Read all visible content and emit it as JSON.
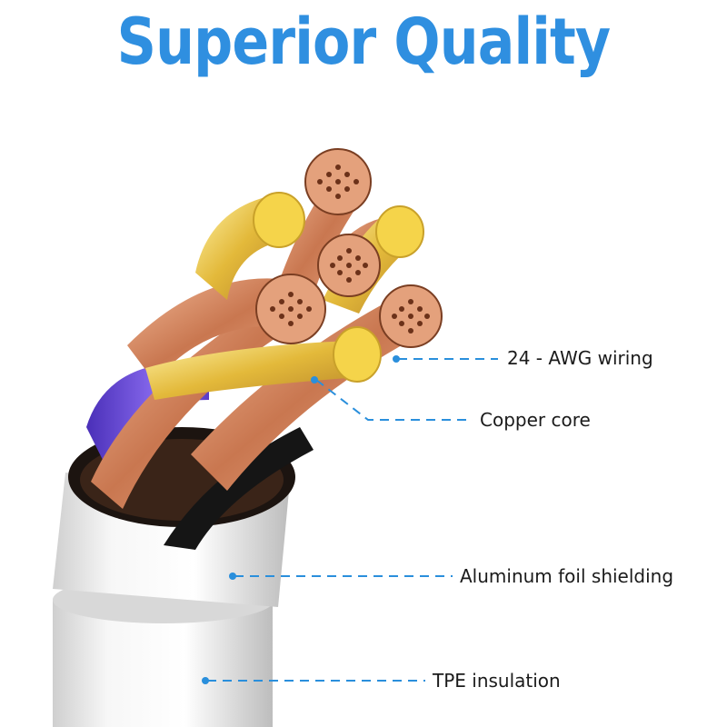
{
  "title": "Superior Quality",
  "colors": {
    "title": "#2f8fe0",
    "callout_line": "#2a8fdc",
    "copper": "#d9926a",
    "gold": "#f2cf45",
    "purple": "#6a49d6",
    "sheath": "#e9e9e9"
  },
  "callouts": [
    {
      "id": "awg",
      "label": "24 - AWG wiring"
    },
    {
      "id": "copper",
      "label": "Copper core"
    },
    {
      "id": "foil",
      "label": "Aluminum foil shielding"
    },
    {
      "id": "tpe",
      "label": "TPE insulation"
    }
  ]
}
